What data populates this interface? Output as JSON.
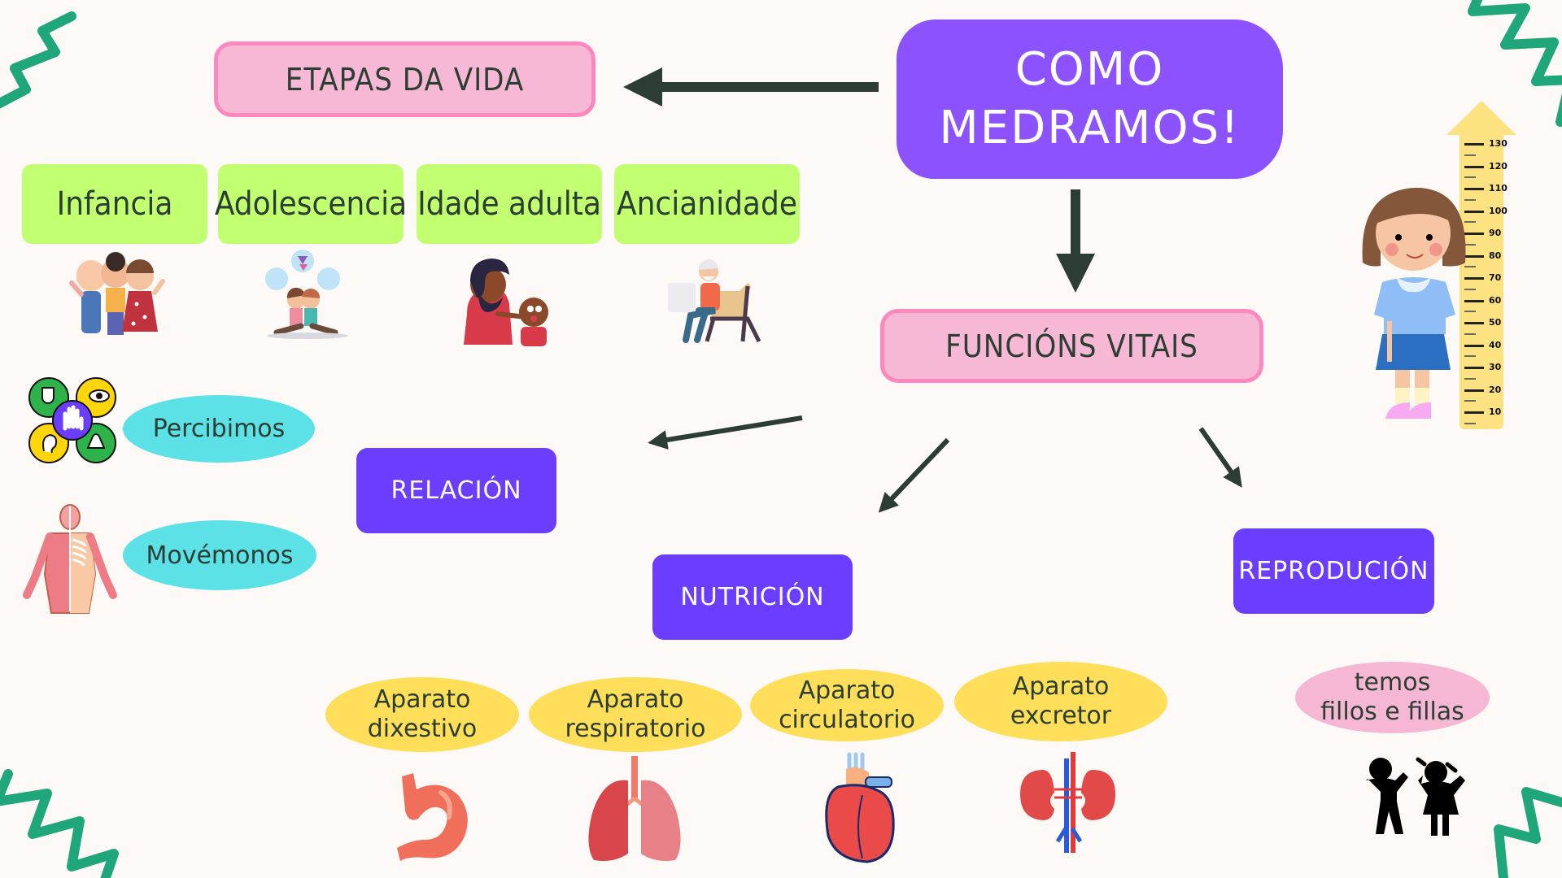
{
  "title": {
    "line1": "COMO",
    "line2": "MEDRAMOS!"
  },
  "etapas": {
    "heading": "ETAPAS DA VIDA",
    "stages": [
      {
        "label": "Infancia",
        "icon": "children-group-icon"
      },
      {
        "label": "Adolescencia",
        "icon": "teenagers-icon"
      },
      {
        "label": "Idade adulta",
        "icon": "father-baby-icon"
      },
      {
        "label": "Ancianidade",
        "icon": "elderly-reading-icon"
      }
    ]
  },
  "funcions": {
    "heading": "FUNCIÓNS VITAIS",
    "relacion": {
      "label": "RELACIÓN",
      "items": [
        {
          "label": "Percibimos",
          "icon": "senses-icon"
        },
        {
          "label": "Movémonos",
          "icon": "human-body-anatomy-icon"
        }
      ]
    },
    "nutricion": {
      "label": "NUTRICIÓN",
      "items": [
        {
          "line1": "Aparato",
          "line2": "dixestivo",
          "icon": "stomach-icon"
        },
        {
          "line1": "Aparato",
          "line2": "respiratorio",
          "icon": "lungs-icon"
        },
        {
          "line1": "Aparato",
          "line2": "circulatorio",
          "icon": "heart-icon"
        },
        {
          "line1": "Aparato",
          "line2": "excretor",
          "icon": "kidneys-icon"
        }
      ]
    },
    "reproducion": {
      "label": "REPRODUCIÓN",
      "item": {
        "line1": "temos",
        "line2": "fillos e fillas",
        "icon": "kids-silhouette-icon"
      }
    }
  },
  "ruler": {
    "marks": [
      "130",
      "120",
      "110",
      "100",
      "90",
      "80",
      "70",
      "60",
      "50",
      "40",
      "30",
      "20",
      "10"
    ]
  },
  "colors": {
    "background": "#fdf9f6",
    "main_box": "#8c52fe",
    "pink_box": "#f6b8d4",
    "pink_border": "#fd88be",
    "green_box": "#c1ff71",
    "violet_box": "#6b3dff",
    "cyan": "#5ce1e6",
    "yellow": "#ffde59",
    "arrow": "#2c3e33",
    "zigzag": "#1fa67a"
  }
}
